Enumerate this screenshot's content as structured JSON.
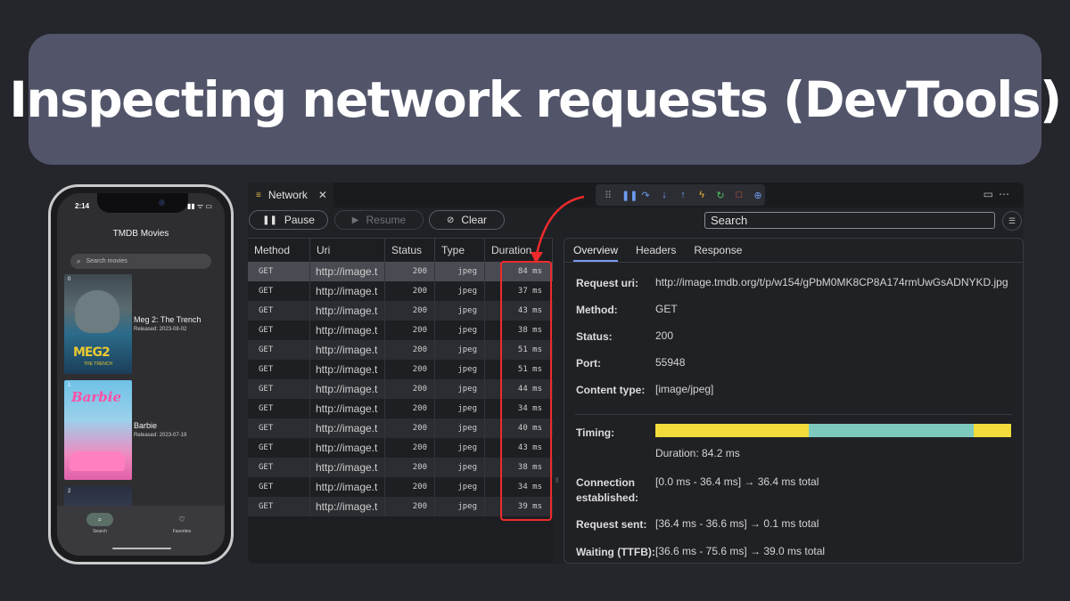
{
  "banner": {
    "title": "Inspecting network requests (DevTools)"
  },
  "phone": {
    "time": "2:14",
    "status_icons": "▮▮ ᯤ ▭",
    "app_title": "TMDB Movies",
    "search_placeholder": "Search movies",
    "movies": [
      {
        "index": "0",
        "title": "Meg 2: The Trench",
        "released": "Released: 2023-08-02",
        "poster_text": "MEG2",
        "poster_sub": "THE TRENCH"
      },
      {
        "index": "1",
        "title": "Barbie",
        "released": "Released: 2023-07-19",
        "poster_text": "Barbie"
      },
      {
        "index": "2"
      }
    ],
    "nav": {
      "search": "Search",
      "favorites": "Favorites"
    }
  },
  "devtools": {
    "tab_label": "Network",
    "toolbar": {
      "pause": "Pause",
      "resume": "Resume",
      "clear": "Clear",
      "search_value": "Search"
    },
    "table": {
      "headers": {
        "method": "Method",
        "uri": "Uri",
        "status": "Status",
        "type": "Type",
        "duration": "Duration"
      },
      "rows": [
        {
          "method": "GET",
          "uri": "http://image.t",
          "status": "200",
          "type": "jpeg",
          "duration": "84 ms"
        },
        {
          "method": "GET",
          "uri": "http://image.t",
          "status": "200",
          "type": "jpeg",
          "duration": "37 ms"
        },
        {
          "method": "GET",
          "uri": "http://image.t",
          "status": "200",
          "type": "jpeg",
          "duration": "43 ms"
        },
        {
          "method": "GET",
          "uri": "http://image.t",
          "status": "200",
          "type": "jpeg",
          "duration": "38 ms"
        },
        {
          "method": "GET",
          "uri": "http://image.t",
          "status": "200",
          "type": "jpeg",
          "duration": "51 ms"
        },
        {
          "method": "GET",
          "uri": "http://image.t",
          "status": "200",
          "type": "jpeg",
          "duration": "51 ms"
        },
        {
          "method": "GET",
          "uri": "http://image.t",
          "status": "200",
          "type": "jpeg",
          "duration": "44 ms"
        },
        {
          "method": "GET",
          "uri": "http://image.t",
          "status": "200",
          "type": "jpeg",
          "duration": "34 ms"
        },
        {
          "method": "GET",
          "uri": "http://image.t",
          "status": "200",
          "type": "jpeg",
          "duration": "40 ms"
        },
        {
          "method": "GET",
          "uri": "http://image.t",
          "status": "200",
          "type": "jpeg",
          "duration": "43 ms"
        },
        {
          "method": "GET",
          "uri": "http://image.t",
          "status": "200",
          "type": "jpeg",
          "duration": "38 ms"
        },
        {
          "method": "GET",
          "uri": "http://image.t",
          "status": "200",
          "type": "jpeg",
          "duration": "34 ms"
        },
        {
          "method": "GET",
          "uri": "http://image.t",
          "status": "200",
          "type": "jpeg",
          "duration": "39 ms"
        }
      ]
    },
    "detail": {
      "tabs": {
        "overview": "Overview",
        "headers": "Headers",
        "response": "Response"
      },
      "request_uri_label": "Request uri:",
      "request_uri": "http://image.tmdb.org/t/p/w154/gPbM0MK8CP8A174rmUwGsADNYKD.jpg",
      "method_label": "Method:",
      "method": "GET",
      "status_label": "Status:",
      "status": "200",
      "port_label": "Port:",
      "port": "55948",
      "content_type_label": "Content type:",
      "content_type": "[image/jpeg]",
      "timing_label": "Timing:",
      "duration": "Duration: 84.2 ms",
      "timing_segments_pct": [
        43.2,
        46.3,
        10.5
      ],
      "timing_colors": [
        "#f2dc3c",
        "#7ec9bd",
        "#f2dc3c"
      ],
      "connection_label": "Connection established:",
      "connection": "[0.0 ms - 36.4 ms] → 36.4 ms total",
      "request_sent_label": "Request sent:",
      "request_sent": "[36.4 ms - 36.6 ms] → 0.1 ms total",
      "waiting_label": "Waiting (TTFB):",
      "waiting": "[36.6 ms - 75.6 ms] → 39.0 ms total"
    }
  },
  "colors": {
    "highlight": "#ee2b2b",
    "accent_tab": "#7a9cf0"
  }
}
